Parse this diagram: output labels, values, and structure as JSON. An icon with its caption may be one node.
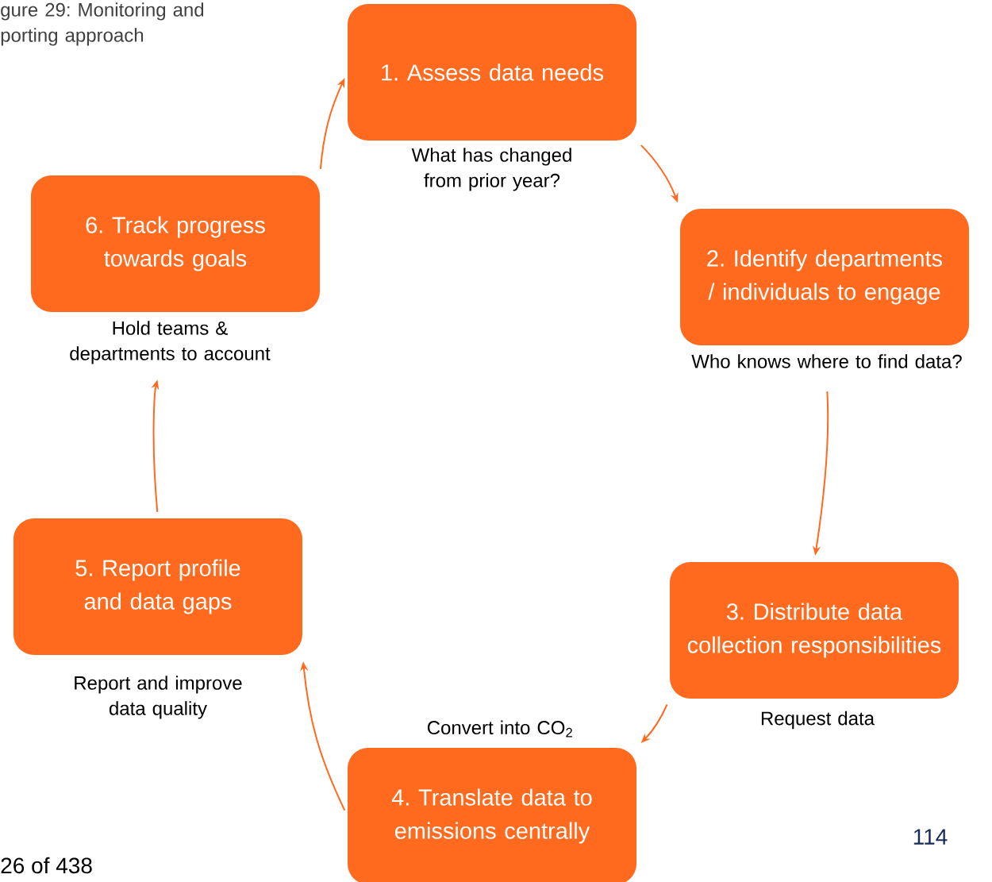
{
  "diagram": {
    "title": "gure 29: Monitoring and porting approach",
    "nodes": [
      {
        "text": [
          "1. Assess data needs"
        ],
        "beside": [
          "What has changed from prior year?"
        ]
      },
      {
        "text": [
          "2. Identify departments / individuals to engage"
        ],
        "beside": [
          "Who knows where to find data?"
        ]
      },
      {
        "text": [
          "3. Distribute data collection responsibilities"
        ],
        "beside": [
          "Request data"
        ]
      },
      {
        "text": [
          "4. Translate data to emissions centrally"
        ],
        "beside": [
          "Convert into CO$_{2}$"
        ]
      },
      {
        "text": [
          "5. Report profile and data gaps"
        ],
        "beside": [
          "Report and improve data quality"
        ]
      },
      {
        "text": [
          "6. Track progress towards goals"
        ],
        "beside": [
          "Hold teams & departments to account"
        ]
      }
    ],
    "edges": [
      {
        "from": 0,
        "to": 1,
        "arrow": "to"
      },
      {
        "from": 1,
        "to": 2,
        "arrow": "to"
      },
      {
        "from": 2,
        "to": 3,
        "arrow": "to"
      },
      {
        "from": 3,
        "to": 4,
        "arrow": "to"
      },
      {
        "from": 4,
        "to": 5,
        "arrow": "to"
      },
      {
        "from": 5,
        "to": 0,
        "arrow": "to"
      }
    ],
    "labels": [
      "26 of 438",
      "114"
    ]
  }
}
